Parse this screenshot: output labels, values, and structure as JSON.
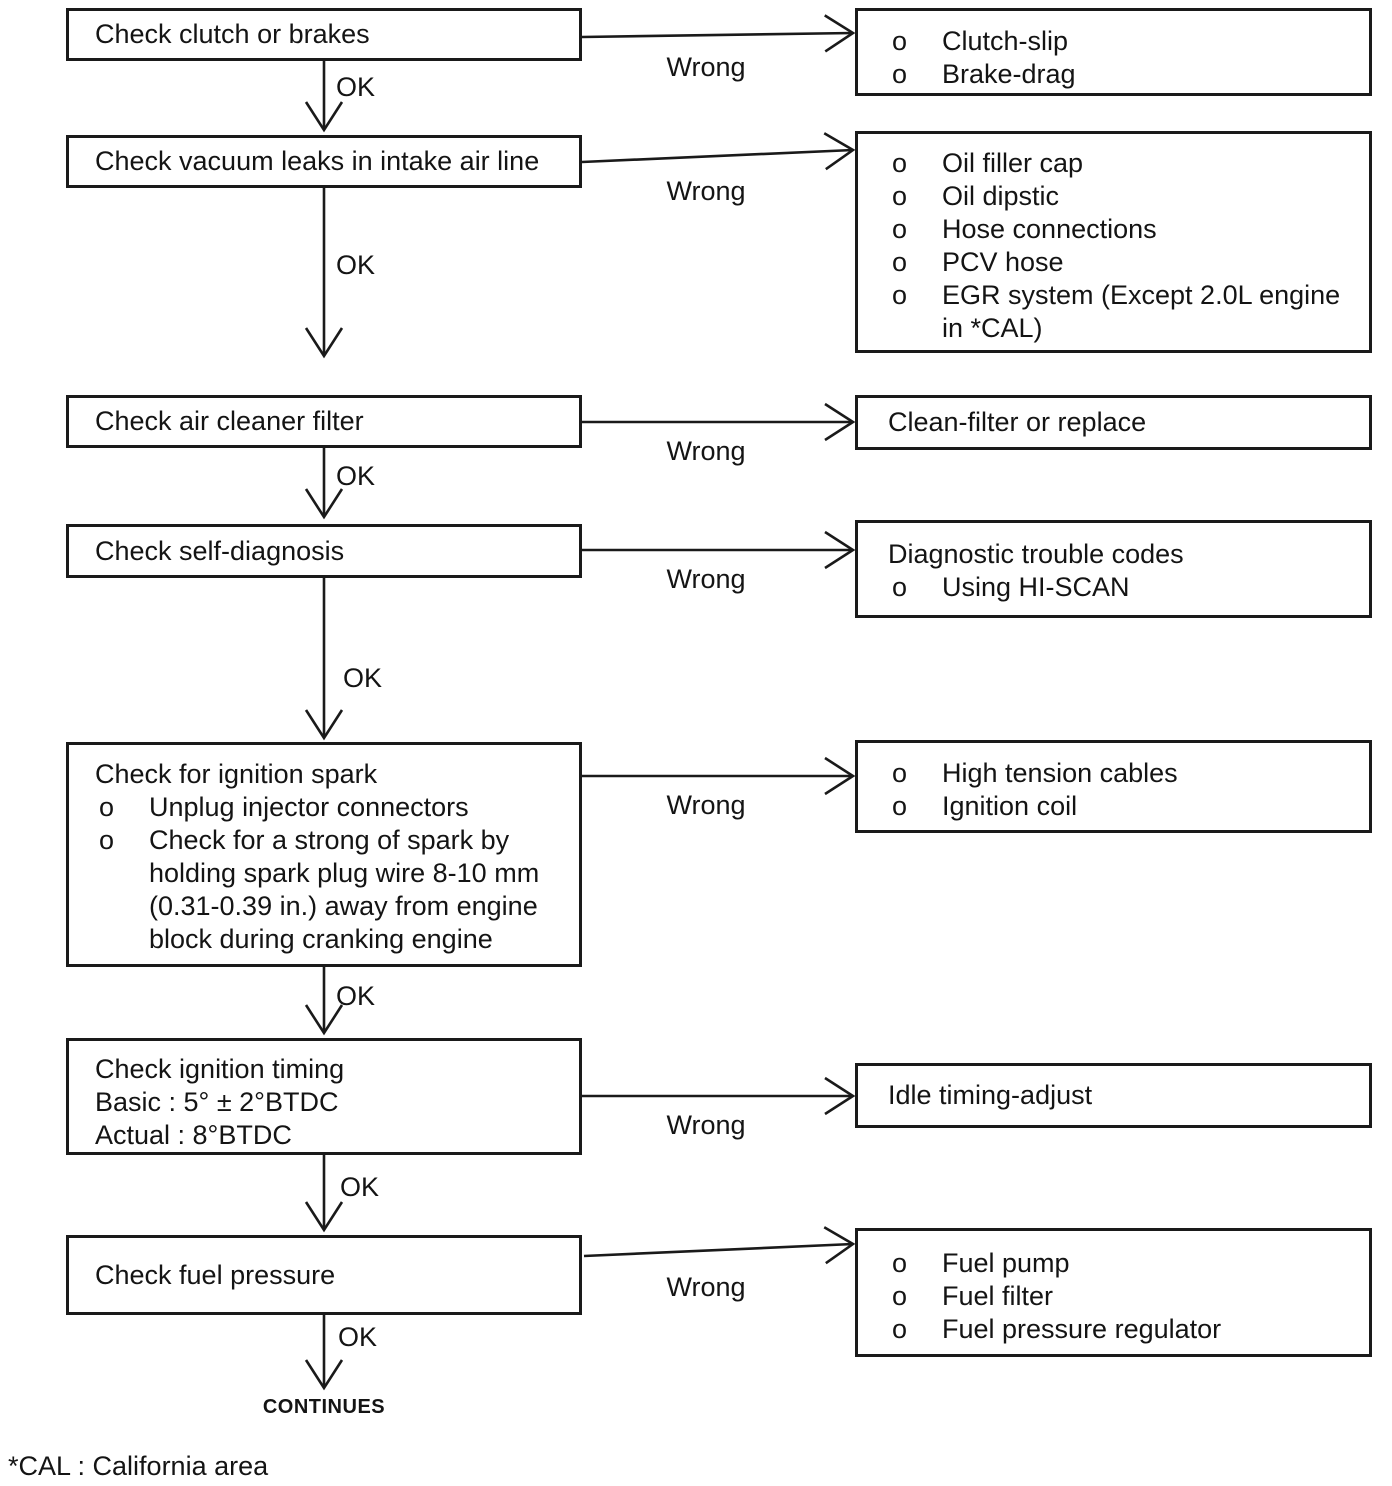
{
  "labels": {
    "ok": "OK",
    "wrong": "Wrong",
    "continues": "CONTINUES",
    "bullet": "o"
  },
  "footnote": "*CAL : California area",
  "steps": [
    {
      "check": {
        "title": "Check clutch or brakes",
        "bullets": [],
        "lines": []
      },
      "remedy": {
        "title": "",
        "bullets": [
          "Clutch-slip",
          "Brake-drag"
        ]
      }
    },
    {
      "check": {
        "title": "Check vacuum leaks in intake air line",
        "bullets": [],
        "lines": []
      },
      "remedy": {
        "title": "",
        "bullets": [
          "Oil filler cap",
          "Oil dipstic",
          "Hose connections",
          "PCV hose",
          "EGR system (Except 2.0L engine in *CAL)"
        ]
      }
    },
    {
      "check": {
        "title": "Check air cleaner filter",
        "bullets": [],
        "lines": []
      },
      "remedy": {
        "title": "Clean-filter or replace",
        "bullets": []
      }
    },
    {
      "check": {
        "title": "Check self-diagnosis",
        "bullets": [],
        "lines": []
      },
      "remedy": {
        "title": "Diagnostic trouble codes",
        "bullets": [
          "Using HI-SCAN"
        ]
      }
    },
    {
      "check": {
        "title": "Check for ignition spark",
        "bullets": [
          "Unplug injector connectors",
          "Check for a strong of spark by holding spark plug wire 8-10 mm (0.31-0.39 in.) away from engine block during cranking engine"
        ],
        "lines": []
      },
      "remedy": {
        "title": "",
        "bullets": [
          "High tension cables",
          "Ignition coil"
        ]
      }
    },
    {
      "check": {
        "title": "Check ignition timing",
        "bullets": [],
        "lines": [
          "Basic : 5° ± 2°BTDC",
          "Actual : 8°BTDC"
        ]
      },
      "remedy": {
        "title": "Idle timing-adjust",
        "bullets": []
      }
    },
    {
      "check": {
        "title": "Check fuel pressure",
        "bullets": [],
        "lines": []
      },
      "remedy": {
        "title": "",
        "bullets": [
          "Fuel pump",
          "Fuel filter",
          "Fuel pressure regulator"
        ]
      }
    }
  ]
}
